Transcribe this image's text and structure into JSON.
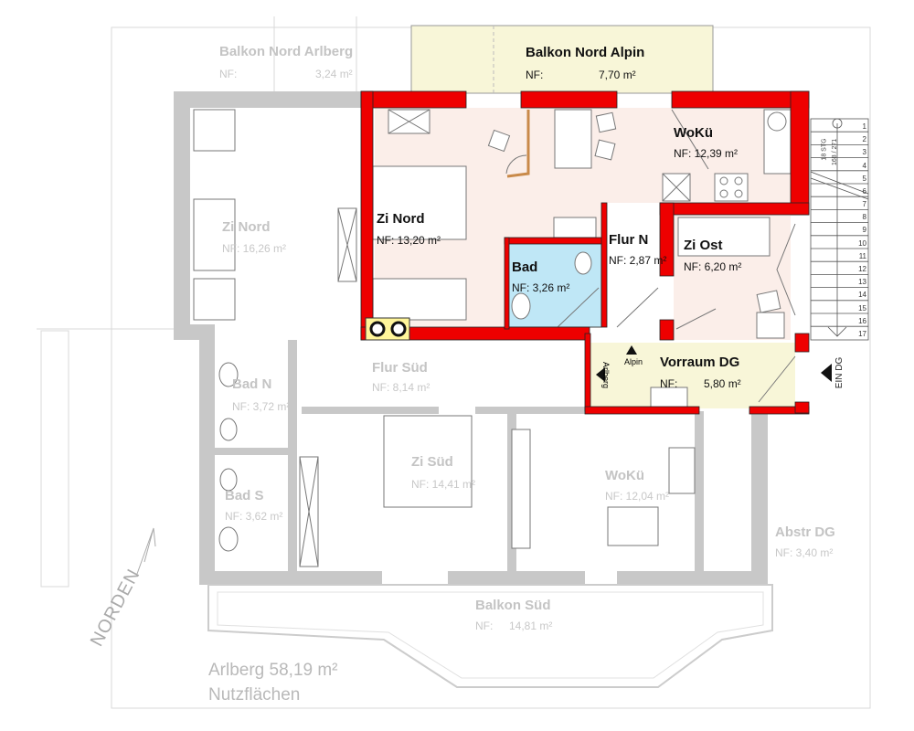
{
  "colors": {
    "wall_active": "#ee0000",
    "wall_inactive": "#c8c8c8",
    "room_pink": "#fbeee9",
    "bath_blue": "#bfe7f6",
    "balcony_yellow": "#f8f6d8"
  },
  "active_unit": {
    "rooms": [
      {
        "name": "Balkon Nord Alpin",
        "nf_label": "NF:",
        "area": "7,70 m²"
      },
      {
        "name": "WoKü",
        "nf": "NF: 12,39 m²"
      },
      {
        "name": "Zi Nord",
        "nf": "NF: 13,20 m²"
      },
      {
        "name": "Bad",
        "nf": "NF: 3,26 m²"
      },
      {
        "name": "Flur N",
        "nf": "NF: 2,87 m²"
      },
      {
        "name": "Zi Ost",
        "nf": "NF: 6,20 m²"
      },
      {
        "name": "Vorraum DG",
        "nf_label": "NF:",
        "area": "5,80 m²"
      }
    ],
    "direction_alpin": "Alpin",
    "direction_arlberg": "Arlberg"
  },
  "other_unit": {
    "rooms": [
      {
        "name": "Balkon Nord Arlberg",
        "nf_label": "NF:",
        "area": "3,24 m²"
      },
      {
        "name": "Zi Nord",
        "nf": "NF: 16,26 m²"
      },
      {
        "name": "Bad N",
        "nf": "NF: 3,72 m²"
      },
      {
        "name": "Flur Süd",
        "nf": "NF: 8,14 m²"
      },
      {
        "name": "Zi Süd",
        "nf": "NF: 14,41 m²"
      },
      {
        "name": "WoKü",
        "nf": "NF: 12,04 m²"
      },
      {
        "name": "Bad S",
        "nf": "NF: 3,62 m²"
      },
      {
        "name": "Abstr DG",
        "nf": "NF: 3,40 m²"
      },
      {
        "name": "Balkon Süd",
        "nf_label": "NF:",
        "area": "14,81 m²"
      }
    ]
  },
  "summary": {
    "title": "Arlberg 58,19 m²",
    "subtitle": "Nutzflächen"
  },
  "north_label": "NORDEN",
  "stair": {
    "label": "18 STG",
    "ratio": "168 / 271",
    "entry": "EIN DG",
    "steps": [
      "1",
      "2",
      "3",
      "4",
      "5",
      "6",
      "7",
      "8",
      "9",
      "10",
      "11",
      "12",
      "13",
      "14",
      "15",
      "16",
      "17"
    ]
  }
}
